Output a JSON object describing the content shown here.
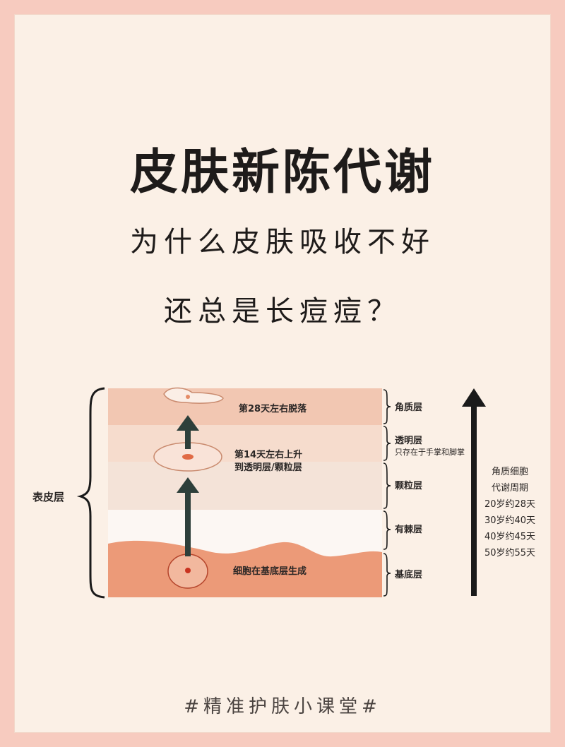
{
  "title": "皮肤新陈代谢",
  "subtitle_line1": "为什么皮肤吸收不好",
  "subtitle_line2": "还总是长痘痘？",
  "diagram": {
    "epidermis_label": "表皮层",
    "layers": [
      {
        "name": "角质层",
        "note": "",
        "color": "#f2c7b2"
      },
      {
        "name": "透明层",
        "note": "只存在于手掌和脚掌",
        "color": "#f6dccd"
      },
      {
        "name": "颗粒层",
        "note": "",
        "color": "#f4e3d8"
      },
      {
        "name": "有棘层",
        "note": "",
        "color": "#fcf7f3"
      },
      {
        "name": "基底层",
        "note": "",
        "color": "#ec9a78"
      }
    ],
    "stages": [
      {
        "label": "第28天左右脱落"
      },
      {
        "label_line1": "第14天左右上升",
        "label_line2": "到透明层/颗粒层"
      },
      {
        "label": "细胞在基底层生成"
      }
    ],
    "cycle": {
      "title_line1": "角质细胞",
      "title_line2": "代谢周期",
      "rows": [
        "20岁约28天",
        "30岁约40天",
        "40岁约45天",
        "50岁约55天"
      ]
    },
    "colors": {
      "arrow": "#2d3f3a",
      "bracket": "#1a1a1a",
      "cell_dot": "#c9321f"
    }
  },
  "footer": "#精准护肤小课堂#"
}
